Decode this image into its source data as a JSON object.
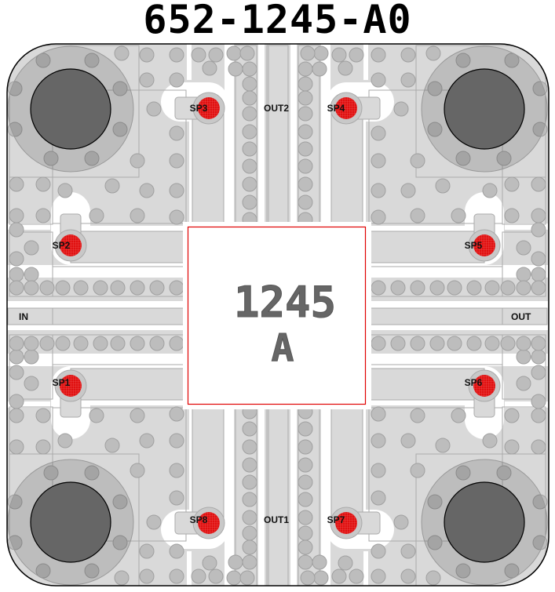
{
  "title": "652-1245-A0",
  "chip": {
    "part": "1245",
    "rev": "A"
  },
  "ports": {
    "in": "IN",
    "out": "OUT",
    "out1": "OUT1",
    "out2": "OUT2"
  },
  "test_points": {
    "sp1": "SP1",
    "sp2": "SP2",
    "sp3": "SP3",
    "sp4": "SP4",
    "sp5": "SP5",
    "sp6": "SP6",
    "sp7": "SP7",
    "sp8": "SP8"
  },
  "colors": {
    "pour": "#d9d9d9",
    "via": "#bdbdbd",
    "testpoint": "#e01010",
    "chip_outline": "#e00000",
    "mount_hole": "#666666"
  }
}
